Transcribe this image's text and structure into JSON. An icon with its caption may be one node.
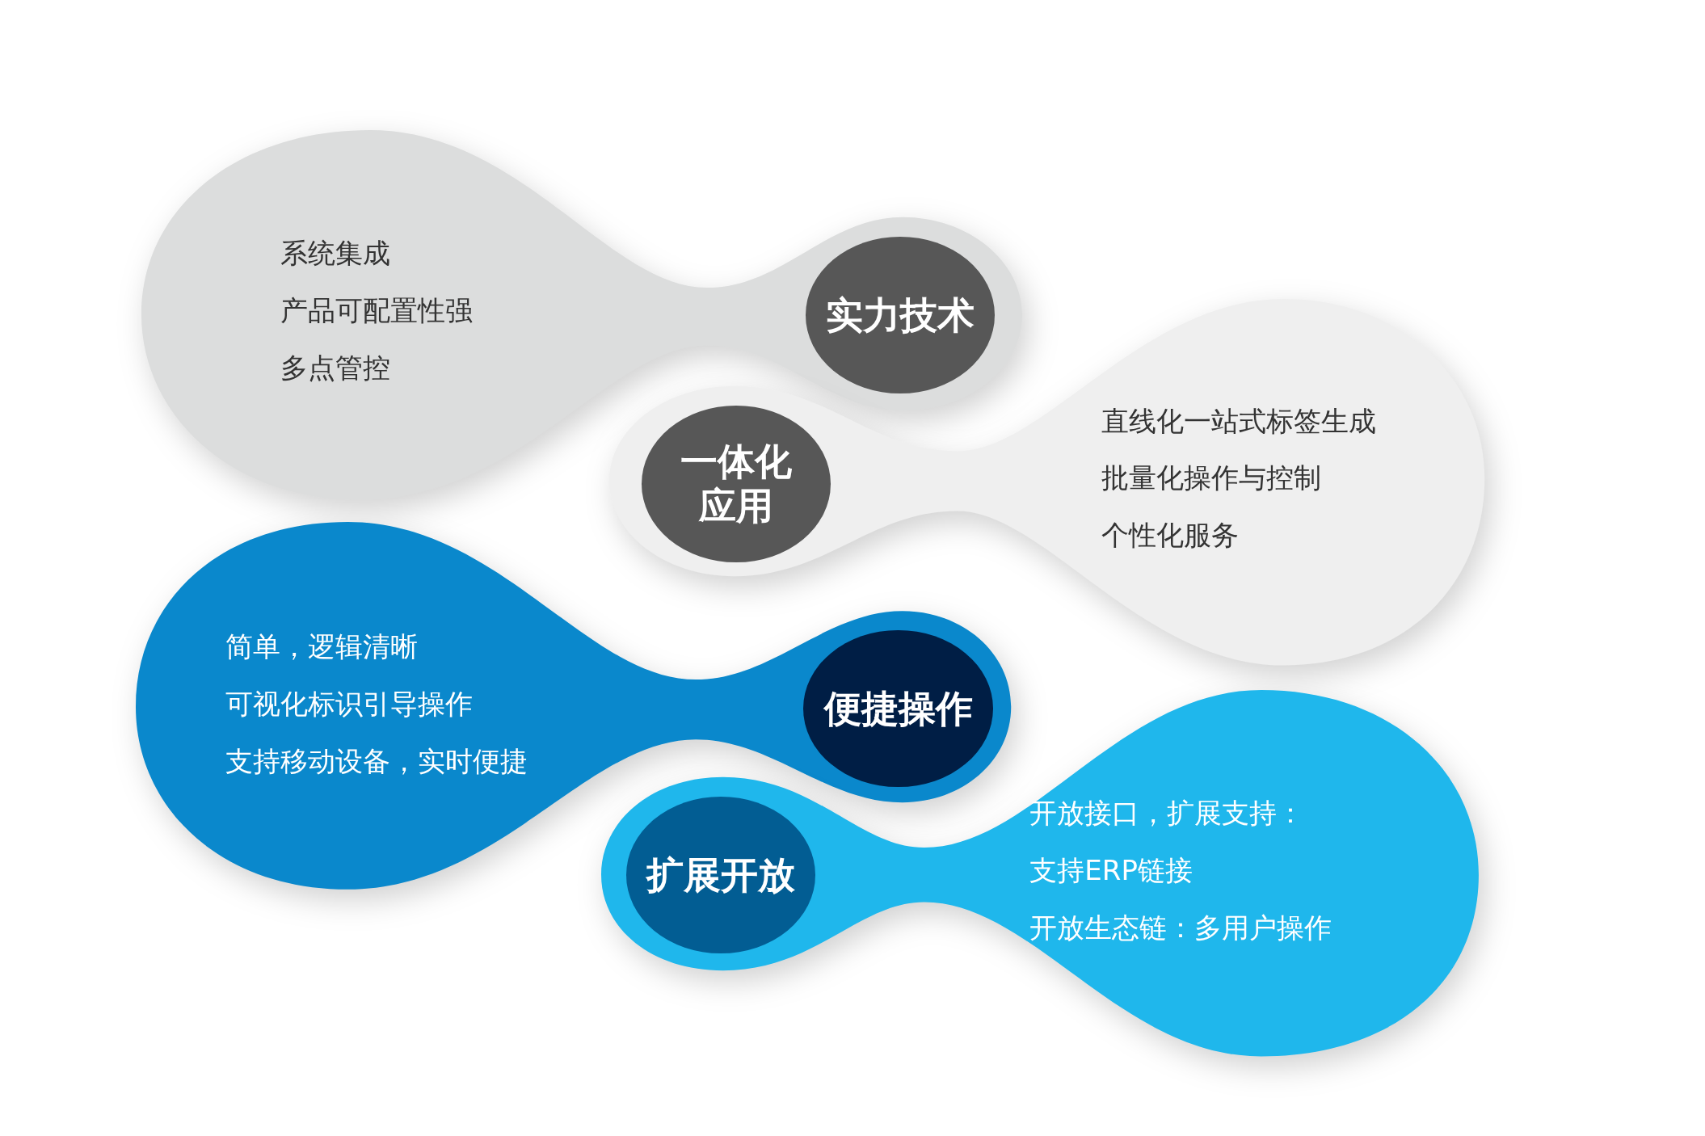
{
  "diagram": {
    "nodes": [
      {
        "text": [
          "系统集成",
          "产品可配置性强",
          "多点管控"
        ]
      },
      {
        "text": [
          "实力技术"
        ],
        "in": 0
      },
      {
        "text": [
          "直线化一站式标签生成",
          "批量化操作与控制",
          "个性化服务"
        ]
      },
      {
        "text": [
          "一体化应用"
        ],
        "in": 2
      },
      {
        "text": [
          "简单，逻辑清晰",
          "可视化标识引导操作",
          "支持移动设备，实时便捷"
        ]
      },
      {
        "text": [
          "便捷操作"
        ],
        "in": 4
      },
      {
        "text": [
          "开放接口，扩展支持：",
          "支持ERP链接",
          "开放生态链：多用户操作"
        ]
      },
      {
        "text": [
          "扩展开放"
        ],
        "in": 6
      }
    ]
  }
}
